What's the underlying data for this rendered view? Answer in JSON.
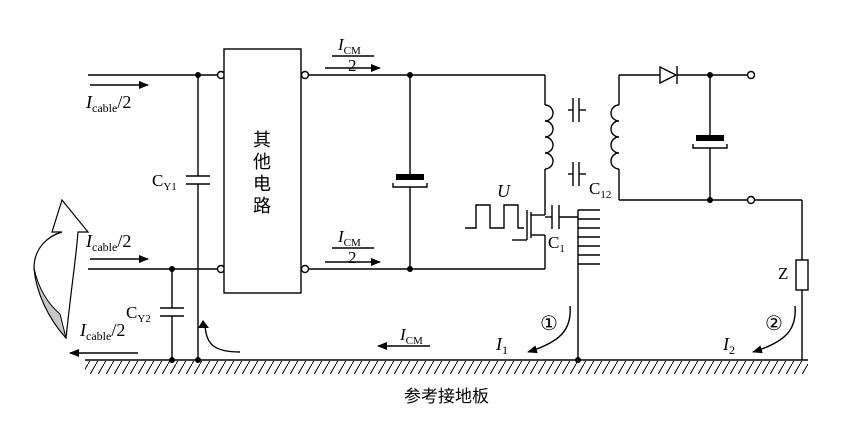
{
  "labels": {
    "icable_top": "I",
    "icable_top_sub": "cable",
    "icable_top_tail": "/2",
    "icable_mid": "I",
    "icable_mid_sub": "cable",
    "icable_mid_tail": "/2",
    "icable_bot": "I",
    "icable_bot_sub": "cable",
    "icable_bot_tail": "/2",
    "icm_top_num": "I",
    "icm_top_num_sub": "CM",
    "icm_top_den": "2",
    "icm_mid_num": "I",
    "icm_mid_num_sub": "CM",
    "icm_mid_den": "2",
    "icm_ground": "I",
    "icm_ground_sub": "CM",
    "cy1": "C",
    "cy1_sub": "Y1",
    "cy2": "C",
    "cy2_sub": "Y2",
    "c1": "C",
    "c1_sub": "1",
    "c12": "C",
    "c12_sub": "12",
    "u": "U",
    "z": "Z",
    "i1": "I",
    "i1_sub": "1",
    "i2": "I",
    "i2_sub": "2",
    "circle1": "①",
    "circle2": "②",
    "block_chars": [
      "其",
      "他",
      "电",
      "路"
    ],
    "ground_plane": "参考接地板"
  },
  "colors": {
    "line": "#000000",
    "loop_arrow_fill": "#c8c8c8"
  }
}
